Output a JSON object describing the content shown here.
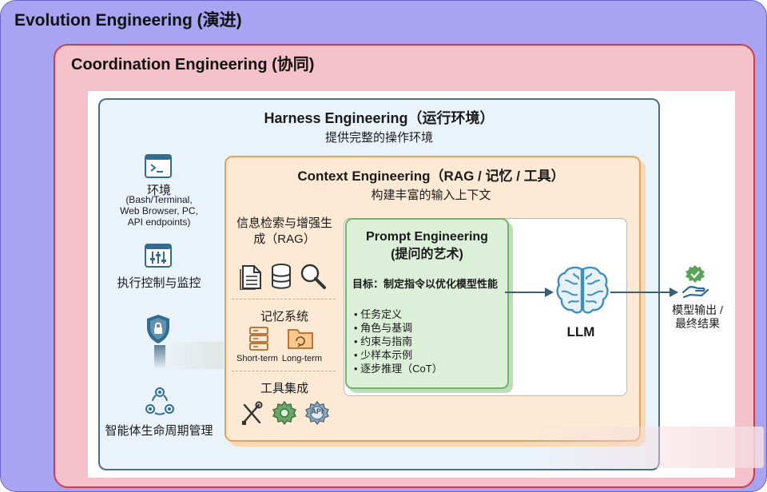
{
  "evolution": {
    "title": "Evolution Engineering (演进)"
  },
  "coordination": {
    "title": "Coordination Engineering (协同)"
  },
  "harness": {
    "title": "Harness Engineering（运行环境）",
    "subtitle": "提供完整的操作环境",
    "left_items": [
      {
        "label": "环境",
        "detail": [
          "(Bash/Terminal,",
          "Web Browser, PC,",
          "API endpoints)"
        ],
        "icon": "terminal-icon"
      },
      {
        "label": "执行控制与监控",
        "icon": "control-sliders-icon"
      },
      {
        "label": "",
        "icon": "security-shield-icon"
      },
      {
        "label": "智能体生命周期管理",
        "icon": "lifecycle-gears-icon"
      }
    ]
  },
  "context": {
    "title": "Context Engineering（RAG / 记忆 / 工具）",
    "subtitle": "构建丰富的输入上下文",
    "sections": {
      "rag": {
        "title_line1": "信息检索与增强生",
        "title_line2": "成（RAG）",
        "icons": [
          "document-icon",
          "database-icon",
          "magnifier-icon"
        ]
      },
      "memory": {
        "title": "记忆系统",
        "short_term": "Short-term",
        "long_term": "Long-term"
      },
      "tools": {
        "title": "工具集成",
        "api_label": "API",
        "icons": [
          "wrench-screwdriver-icon",
          "gear-icon",
          "api-gear-icon"
        ]
      }
    }
  },
  "prompt": {
    "title_line1": "Prompt Engineering",
    "title_line2": "(提问的艺术)",
    "goal": "目标：制定指令以优化模型性能",
    "items": [
      "任务定义",
      "角色与基调",
      "约束与指南",
      "少样本示例",
      "逐步推理（CoT）"
    ]
  },
  "llm": {
    "label": "LLM",
    "icon": "brain-icon"
  },
  "output": {
    "line1": "模型输出 /",
    "line2": "最终结果",
    "icon": "hand-check-icon"
  },
  "colors": {
    "evolution_bg": "#a9a4f2",
    "coordination_bg": "#f5c1cb",
    "coordination_border": "#d23b4f",
    "harness_bg": "#ebf3fa",
    "context_bg": "#fde9d4",
    "prompt_bg": "#dcefd9",
    "icon_blue": "#2f6d95",
    "brain_blue": "#3e8fc0"
  }
}
